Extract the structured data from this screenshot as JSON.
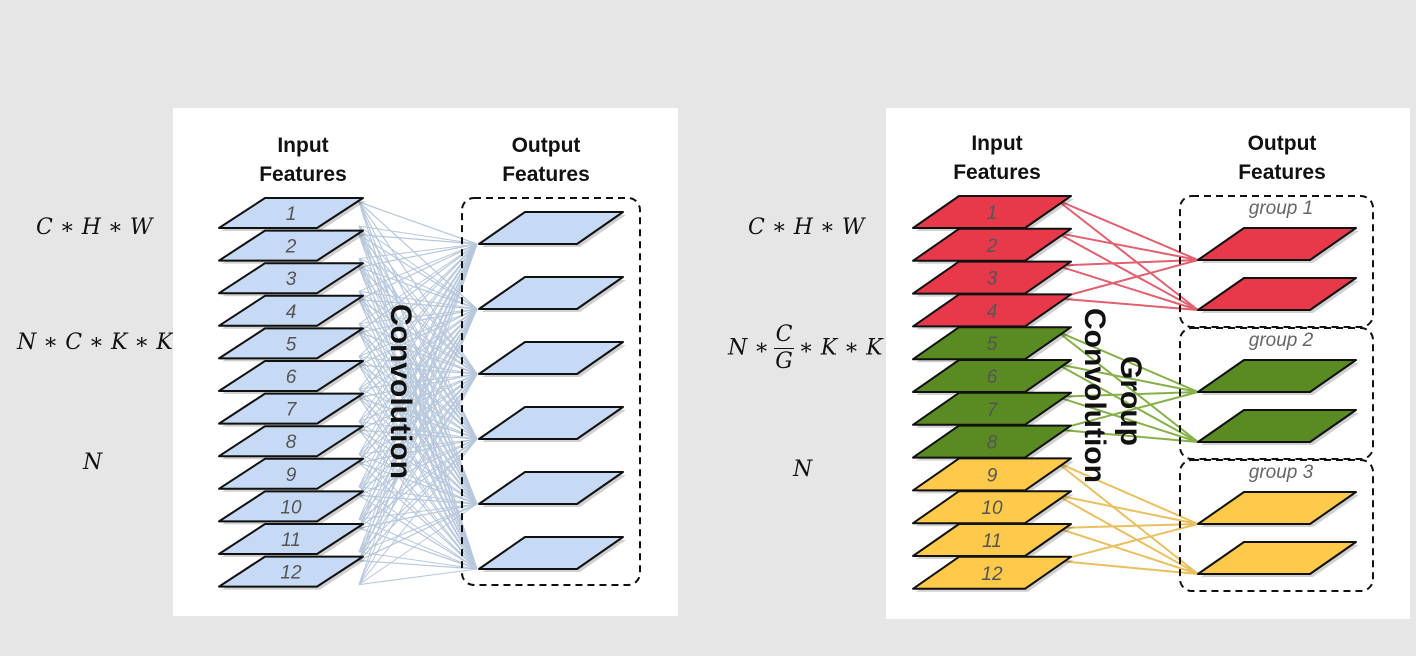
{
  "left_diagram": {
    "input_header": [
      "Input",
      "Features"
    ],
    "output_header": [
      "Output",
      "Features"
    ],
    "operation_label": "Convolution",
    "input_labels": [
      "1",
      "2",
      "3",
      "4",
      "5",
      "6",
      "7",
      "8",
      "9",
      "10",
      "11",
      "12"
    ],
    "output_count": 6,
    "color": "#c6daf5",
    "line_color": "#b8c8dc"
  },
  "right_diagram": {
    "input_header": [
      "Input",
      "Features"
    ],
    "output_header": [
      "Output",
      "Features"
    ],
    "operation_label": [
      "Group",
      "Convolution"
    ],
    "input_labels": [
      "1",
      "2",
      "3",
      "4",
      "5",
      "6",
      "7",
      "8",
      "9",
      "10",
      "11",
      "12"
    ],
    "groups": [
      {
        "label": "group 1",
        "color": "#e8394a",
        "line_color": "#e06070"
      },
      {
        "label": "group 2",
        "color": "#5a8a22",
        "line_color": "#86b04a"
      },
      {
        "label": "group 3",
        "color": "#ffc94a",
        "line_color": "#e8c060"
      }
    ]
  },
  "formulas": {
    "left": {
      "input_shape": "C ∗ H ∗ W",
      "weights": "N ∗ C ∗ K ∗ K",
      "output": "N"
    },
    "right": {
      "input_shape": "C ∗ H ∗ W",
      "weights_prefix": "N ∗",
      "frac_num": "C",
      "frac_den": "G",
      "weights_suffix": "∗ K ∗ K",
      "output": "N"
    }
  }
}
